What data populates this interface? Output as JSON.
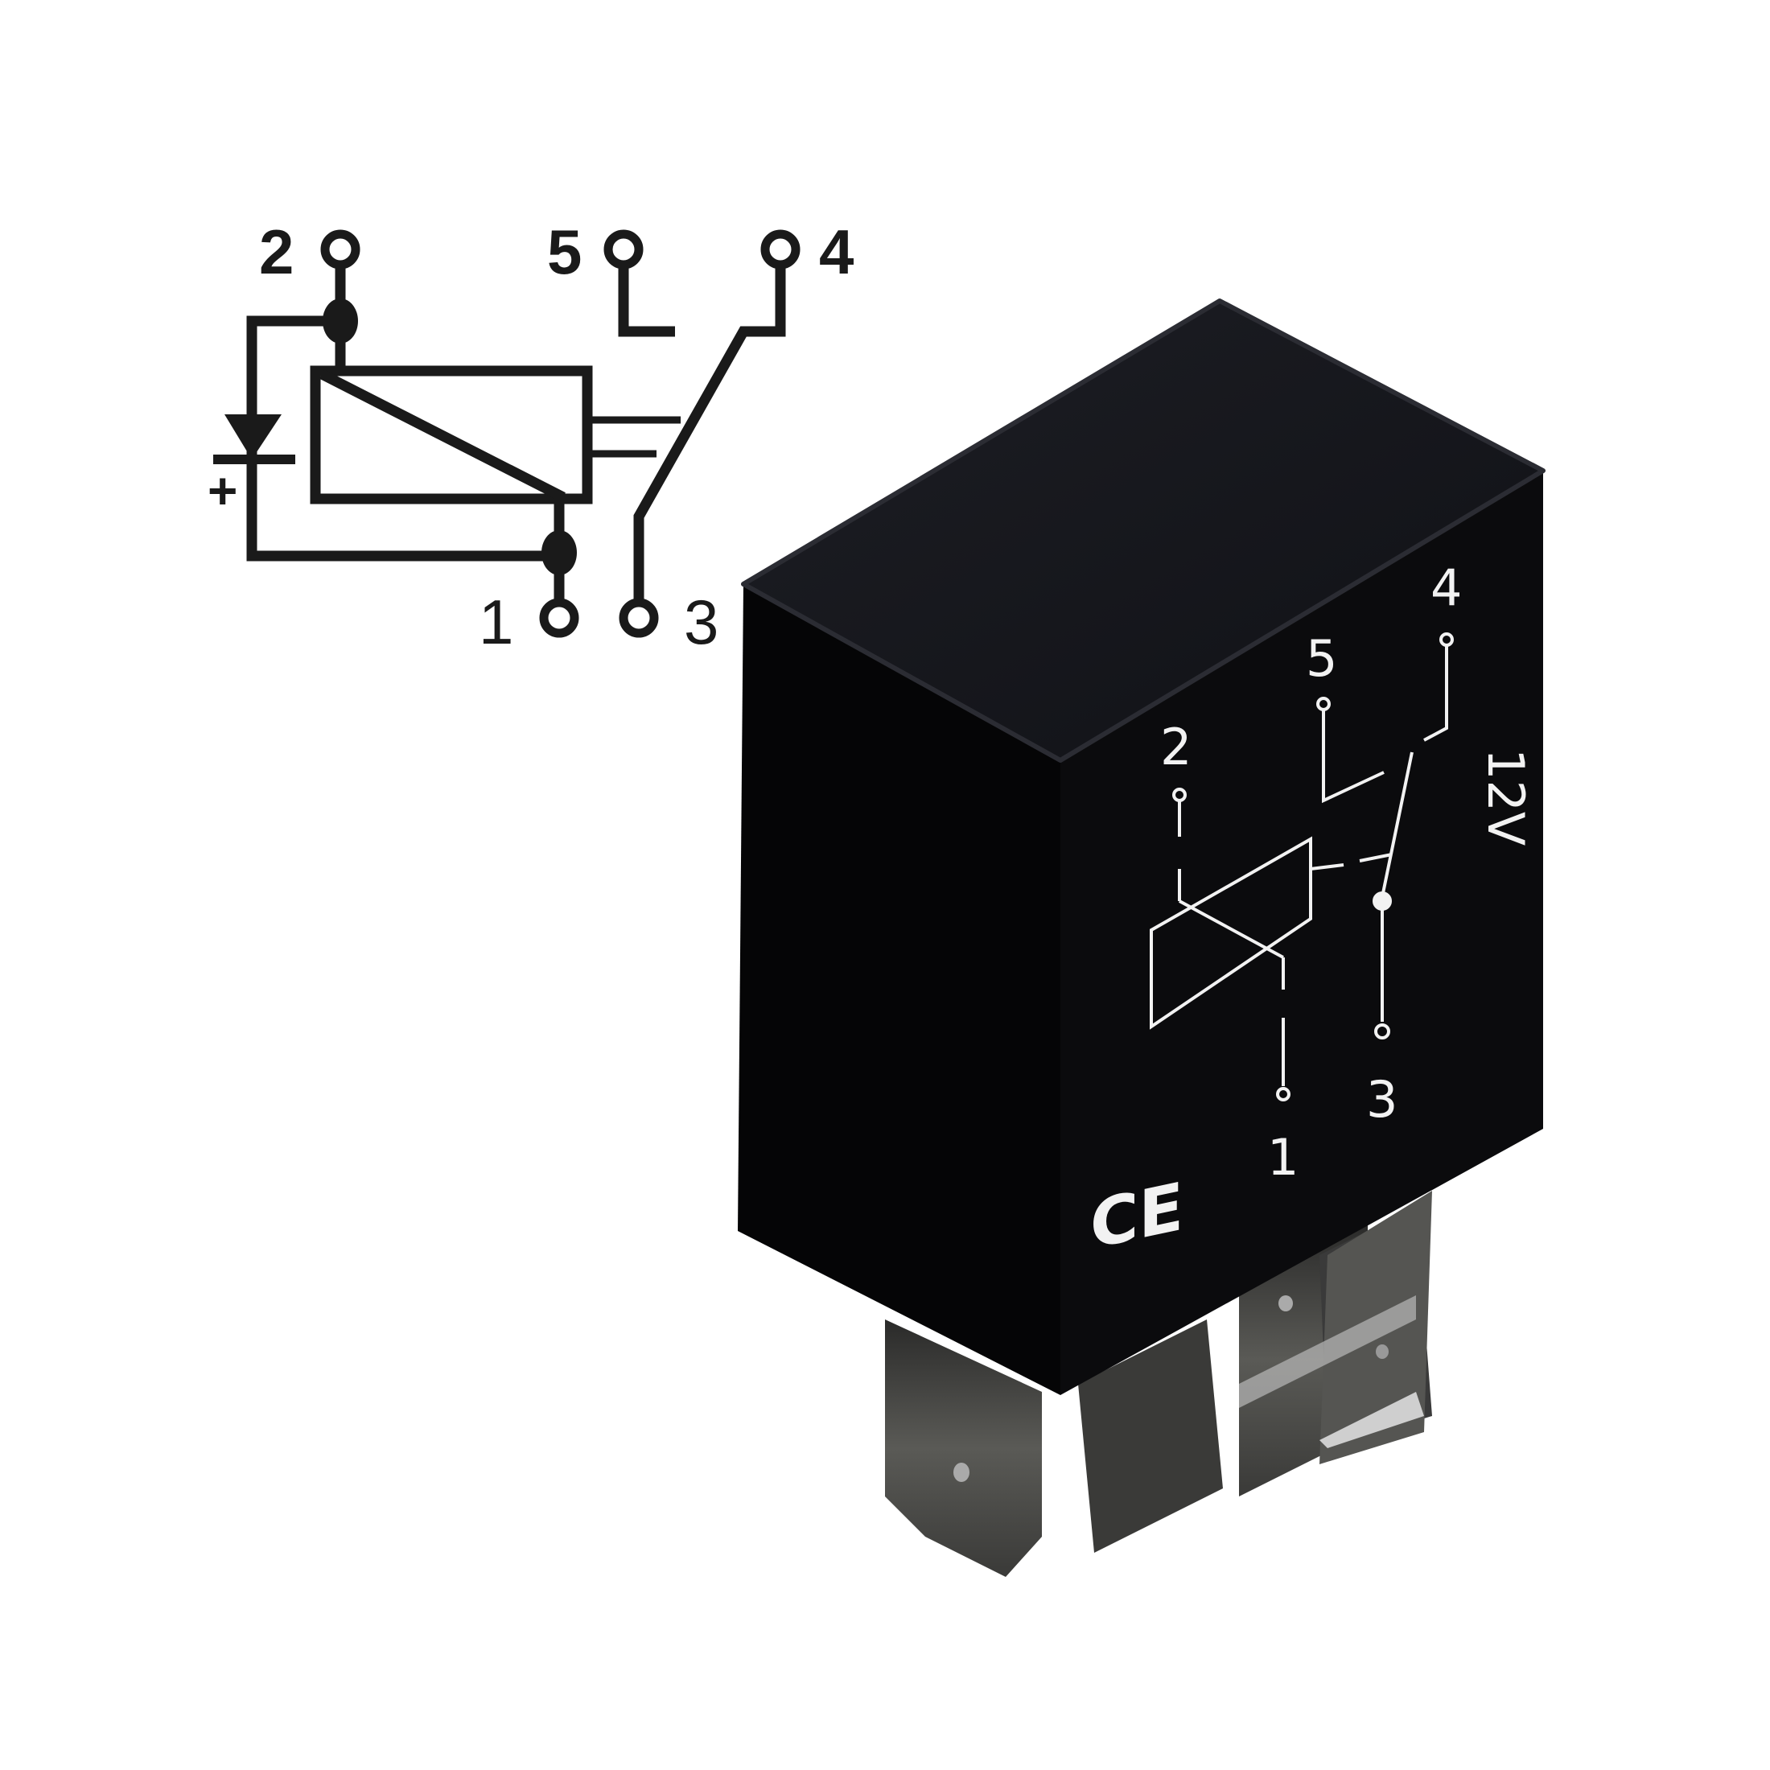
{
  "schematic": {
    "pins": {
      "p1": "1",
      "p2": "2",
      "p3": "3",
      "p4": "4",
      "p5": "5"
    },
    "diode_polarity": "+"
  },
  "relay": {
    "pins": {
      "p1": "1",
      "p2": "2",
      "p3": "3",
      "p4": "4",
      "p5": "5"
    },
    "voltage": "12V",
    "mark": "CE",
    "colors": {
      "body": "#0b0b0d",
      "top": "#15161b",
      "terminal": "#4a4a48",
      "print": "#f2f2f2"
    }
  }
}
